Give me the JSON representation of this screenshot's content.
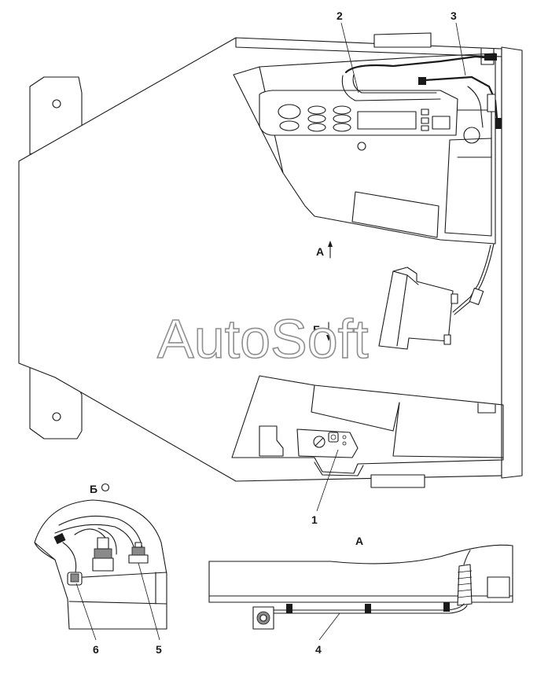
{
  "watermark": "AutoSoft",
  "callouts": {
    "n1": "1",
    "n2": "2",
    "n3": "3",
    "n4": "4",
    "n5": "5",
    "n6": "6"
  },
  "views": {
    "a_arrow": "А",
    "b_arrow": "Б",
    "b_view": "Б",
    "a_view": "А"
  },
  "icons": [
    "arrow-up-icon",
    "arrow-down-icon",
    "view-circle-icon"
  ]
}
